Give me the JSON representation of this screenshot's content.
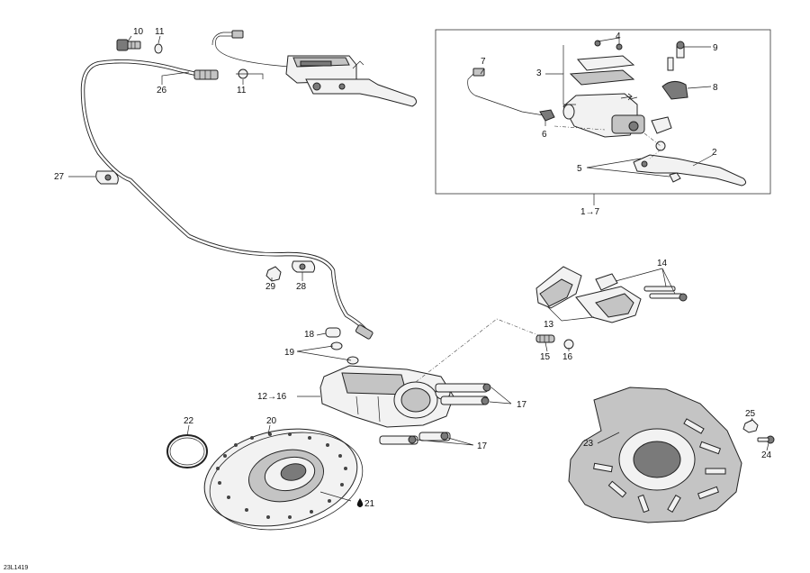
{
  "labels": {
    "l1_7": "1→7",
    "l2": "2",
    "l3": "3",
    "l4": "4",
    "l5": "5",
    "l6": "6",
    "l7": "7",
    "l8": "8",
    "l9": "9",
    "l10": "10",
    "l11a": "11",
    "l11b": "11",
    "l12_16": "12→16",
    "l13": "13",
    "l14": "14",
    "l15": "15",
    "l16": "16",
    "l17a": "17",
    "l17b": "17",
    "l18": "18",
    "l19": "19",
    "l20": "20",
    "l21": "21",
    "l22": "22",
    "l23": "23",
    "l24": "24",
    "l25": "25",
    "l26": "26",
    "l27": "27",
    "l28": "28",
    "l29": "29"
  },
  "reference_code": "23L1419"
}
